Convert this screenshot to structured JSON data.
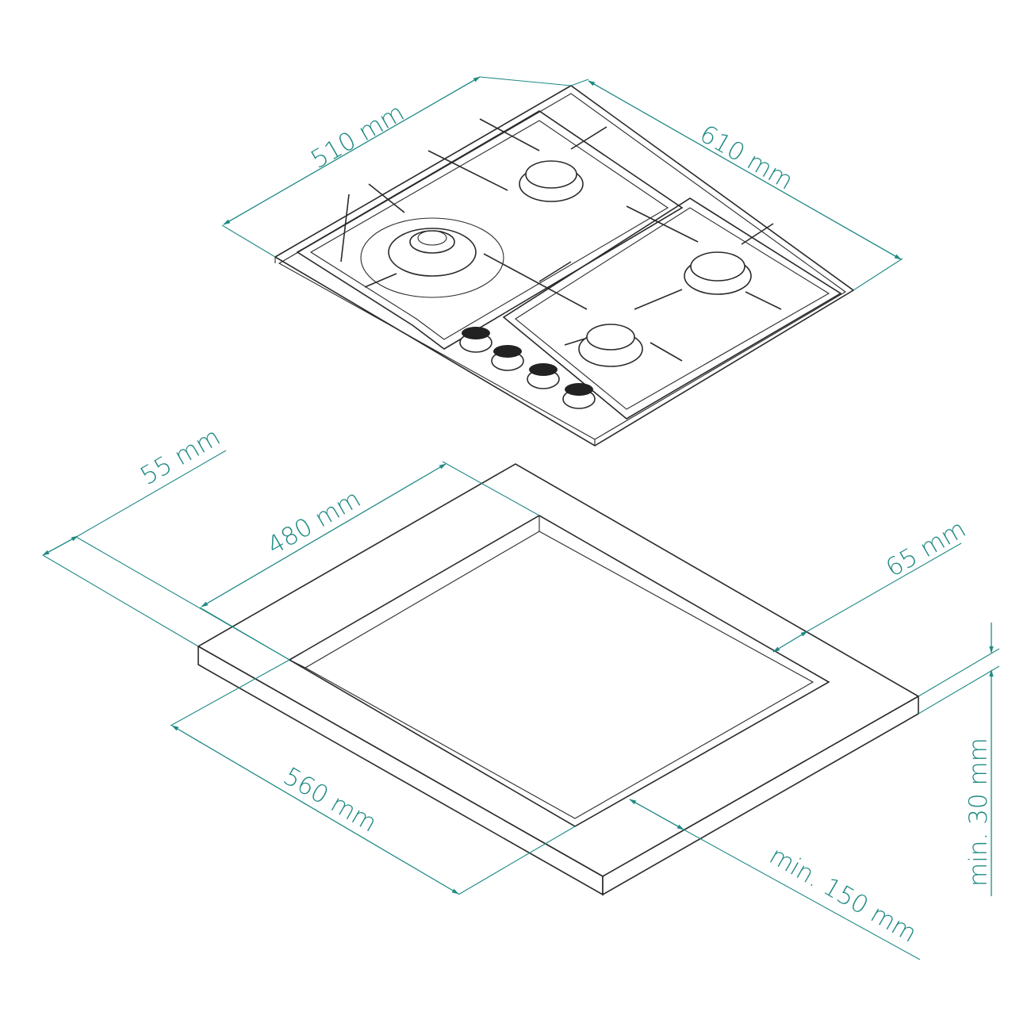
{
  "colors": {
    "dimension": "#1f8a84",
    "linework": "#2a2a2a",
    "background": "#ffffff"
  },
  "hob": {
    "width_label": "610 mm",
    "depth_label": "510 mm"
  },
  "cutout": {
    "depth_label": "480 mm",
    "width_label": "560 mm",
    "front_margin_label": "55 mm",
    "back_margin_label": "65 mm",
    "wall_clearance_label": "min. 150 mm",
    "worktop_thickness_label": "min. 30 mm"
  }
}
